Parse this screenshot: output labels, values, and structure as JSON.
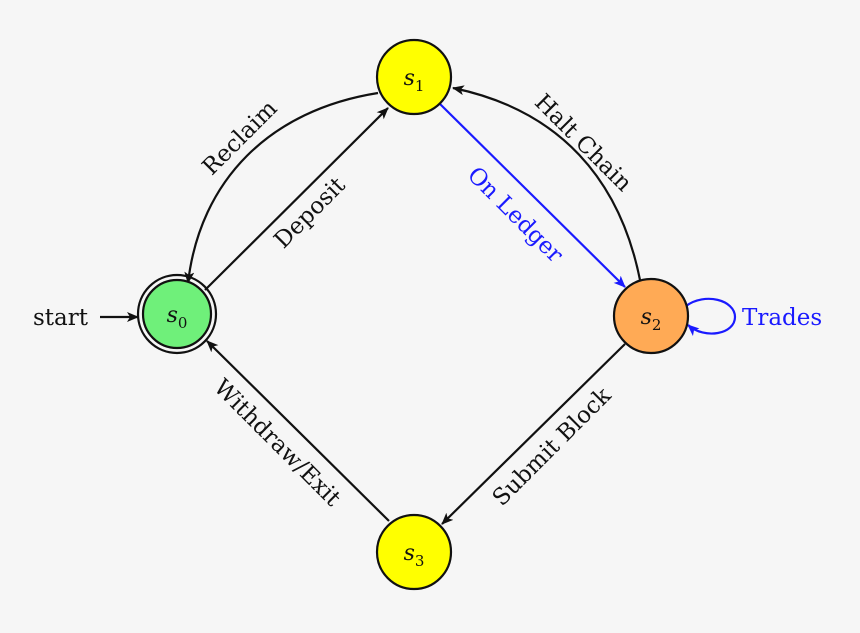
{
  "colors": {
    "background": "#f6f6f6",
    "edge_default": "#111111",
    "edge_highlight": "#1a1aff",
    "s0_fill": "#6ff07a",
    "s1_fill": "#ffff00",
    "s2_fill": "#ffaa55",
    "s3_fill": "#ffff00"
  },
  "states": {
    "s0": {
      "symbol": "s",
      "sub": "0",
      "accepting": true,
      "initial": true
    },
    "s1": {
      "symbol": "s",
      "sub": "1"
    },
    "s2": {
      "symbol": "s",
      "sub": "2"
    },
    "s3": {
      "symbol": "s",
      "sub": "3"
    }
  },
  "start_label": "start",
  "transitions": {
    "reclaim": {
      "from": "s1",
      "to": "s0",
      "label": "Reclaim"
    },
    "deposit": {
      "from": "s0",
      "to": "s1",
      "label": "Deposit"
    },
    "halt_chain": {
      "from": "s2",
      "to": "s1",
      "label": "Halt Chain"
    },
    "on_ledger": {
      "from": "s1",
      "to": "s2",
      "label": "On Ledger",
      "highlight": true
    },
    "trades": {
      "from": "s2",
      "to": "s2",
      "label": "Trades",
      "highlight": true
    },
    "submit_block": {
      "from": "s2",
      "to": "s3",
      "label": "Submit Block"
    },
    "withdraw_exit": {
      "from": "s3",
      "to": "s0",
      "label": "Withdraw/Exit"
    }
  }
}
